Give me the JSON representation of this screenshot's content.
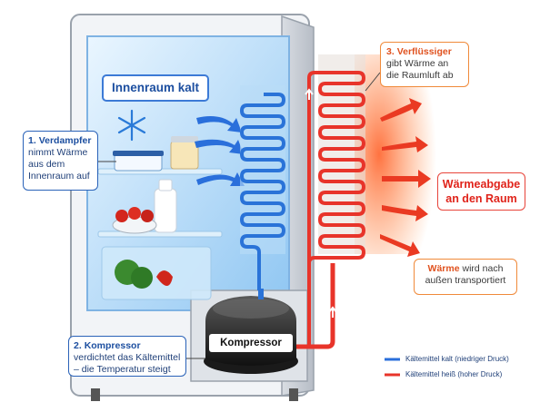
{
  "callouts": {
    "inside_label": "Innenraum kalt",
    "evaporator": {
      "number": "1.",
      "title": "Verdampfer",
      "text": "nimmt Wärme aus dem Innenraum auf"
    },
    "compressor": {
      "number": "2.",
      "title": "Kompressor",
      "text": "verdichtet das Kältemittel – die Temperatur steigt"
    },
    "condenser": {
      "number": "3.",
      "title": "Verflüssiger",
      "text": "gibt Wärme an die Raumluft ab"
    },
    "heat_release": "Wärmeabgabe an den Raum",
    "heat_transport": {
      "title": "Wärme",
      "text": "wird nach außen transportiert"
    }
  },
  "compressor_label": "Kompressor",
  "legend": [
    {
      "color": "#2a6fdb",
      "label": "Kältemittel kalt (niedriger Druck)"
    },
    {
      "color": "#e8342a",
      "label": "Kältemittel heiß (hoher Druck)"
    }
  ],
  "icons": [
    "snowflake-icon",
    "heat-arrow-icon",
    "cold-arrow-icon"
  ]
}
